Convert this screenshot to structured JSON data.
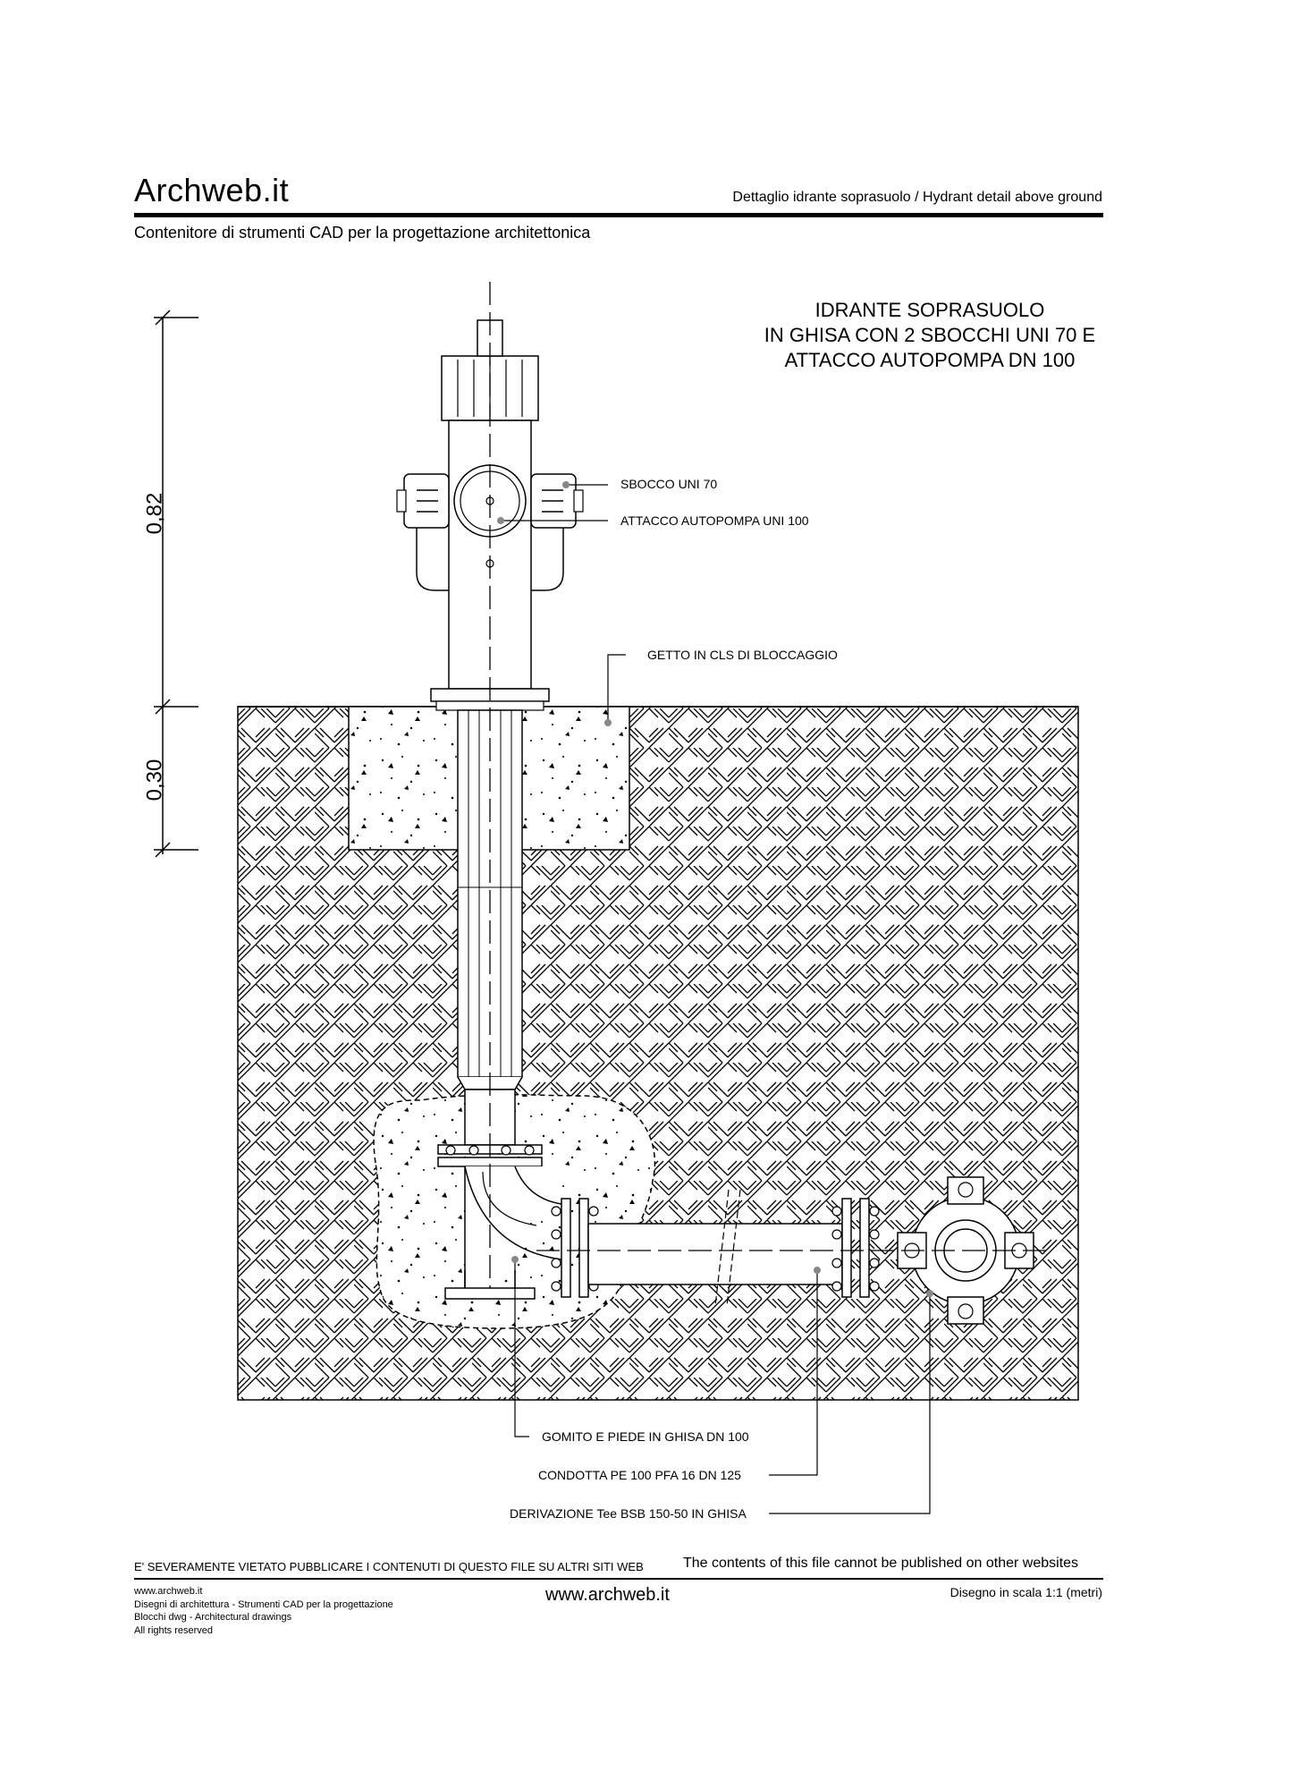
{
  "header": {
    "brand": "Archweb.it",
    "drawing_title": "Dettaglio idrante soprasuolo  /  Hydrant detail above ground",
    "subtitle": "Contenitore di strumenti CAD per la progettazione architettonica"
  },
  "drawing": {
    "heading_lines": [
      "IDRANTE SOPRASUOLO",
      "IN GHISA CON 2 SBOCCHI UNI 70 E",
      "ATTACCO AUTOPOMPA  DN 100"
    ],
    "dimensions": {
      "upper": "0,82",
      "lower": "0,30"
    },
    "labels": {
      "sbocco": "SBOCCO UNI 70",
      "attacco": "ATTACCO AUTOPOMPA UNI 100",
      "getto": "GETTO IN CLS DI BLOCCAGGIO",
      "gomito": "GOMITO E PIEDE IN GHISA DN 100",
      "condotta": "CONDOTTA PE 100  PFA 16  DN 125",
      "derivazione": "DERIVAZIONE Tee BSB 150-50 IN GHISA"
    }
  },
  "footer": {
    "warning_it": "E' SEVERAMENTE VIETATO PUBBLICARE I CONTENUTI DI QUESTO FILE SU ALTRI SITI WEB",
    "warning_en": "The contents of this file cannot be published on other websites",
    "small_lines": [
      "www.archweb.it",
      "Disegni di architettura - Strumenti CAD  per la progettazione",
      "Blocchi dwg - Architectural drawings",
      "All rights reserved"
    ],
    "site": "www.archweb.it",
    "scale": "Disegno in scala 1:1 (metri)"
  }
}
